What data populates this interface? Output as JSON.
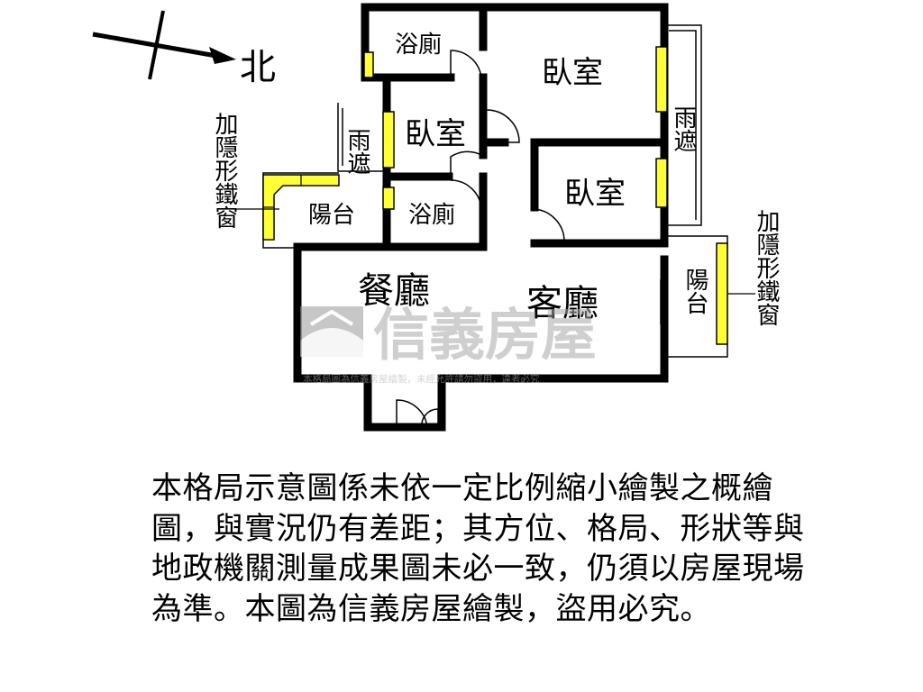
{
  "compass": {
    "north_label": "北"
  },
  "rooms": {
    "bath_top": "浴廁",
    "bedroom_top_right": "臥室",
    "rain_shelter_left": "雨遮",
    "bedroom_middle": "臥室",
    "rain_shelter_right": "雨遮",
    "bedroom_lower_right": "臥室",
    "balcony_left": "陽台",
    "bath_lower": "浴廁",
    "dining_room": "餐廳",
    "living_room": "客廳",
    "balcony_right": "陽台"
  },
  "annotations": {
    "left_iron_window": "加隱形鐵窗",
    "right_iron_window": "加隱形鐵窗"
  },
  "watermark": {
    "brand": "信義房屋",
    "notice": "本格局圖為信義房屋繪製，未經允許請勿盜用，違者必究"
  },
  "disclaimer": "本格局示意圖係未依一定比例縮小繪製之概繪圖，與實況仍有差距；其方位、格局、形狀等與地政機關測量成果圖未必一致，仍須以房屋現場為準。本圖為信義房屋繪製，盜用必究。",
  "colors": {
    "walls": "#000000",
    "windows": "#ffff33",
    "watermark": "#b5b5b5"
  }
}
